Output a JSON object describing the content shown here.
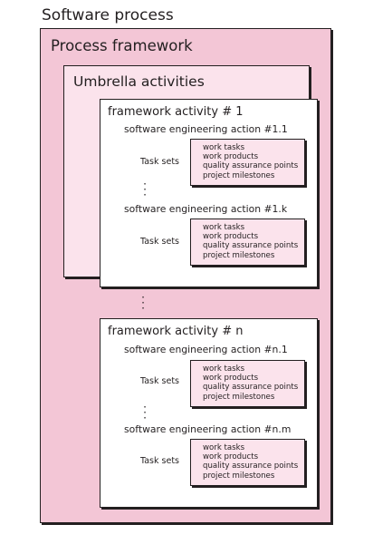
{
  "software_process": {
    "title": "Software process",
    "process_framework": {
      "title": "Process framework",
      "umbrella_activities": {
        "title": "Umbrella activities"
      },
      "activity_1": {
        "title": "framework activity # 1",
        "action_first": {
          "title": "software engineering action #1.1",
          "task_sets_label": "Task sets",
          "items": [
            "work tasks",
            "work products",
            "quality assurance points",
            "project milestones"
          ]
        },
        "action_last": {
          "title": "software engineering action #1.k",
          "task_sets_label": "Task sets",
          "items": [
            "work tasks",
            "work products",
            "quality assurance points",
            "project milestones"
          ]
        }
      },
      "activity_n": {
        "title": "framework activity # n",
        "action_first": {
          "title": "software engineering action #n.1",
          "task_sets_label": "Task sets",
          "items": [
            "work tasks",
            "work products",
            "quality assurance points",
            "project milestones"
          ]
        },
        "action_last": {
          "title": "software engineering action #n.m",
          "task_sets_label": "Task sets",
          "items": [
            "work tasks",
            "work products",
            "quality assurance points",
            "project milestones"
          ]
        }
      }
    }
  },
  "colors": {
    "framework_fill": "#f3c6d6",
    "umbrella_fill": "#fbe3ec",
    "task_box_fill": "#fbe3ec",
    "border": "#231f20"
  }
}
